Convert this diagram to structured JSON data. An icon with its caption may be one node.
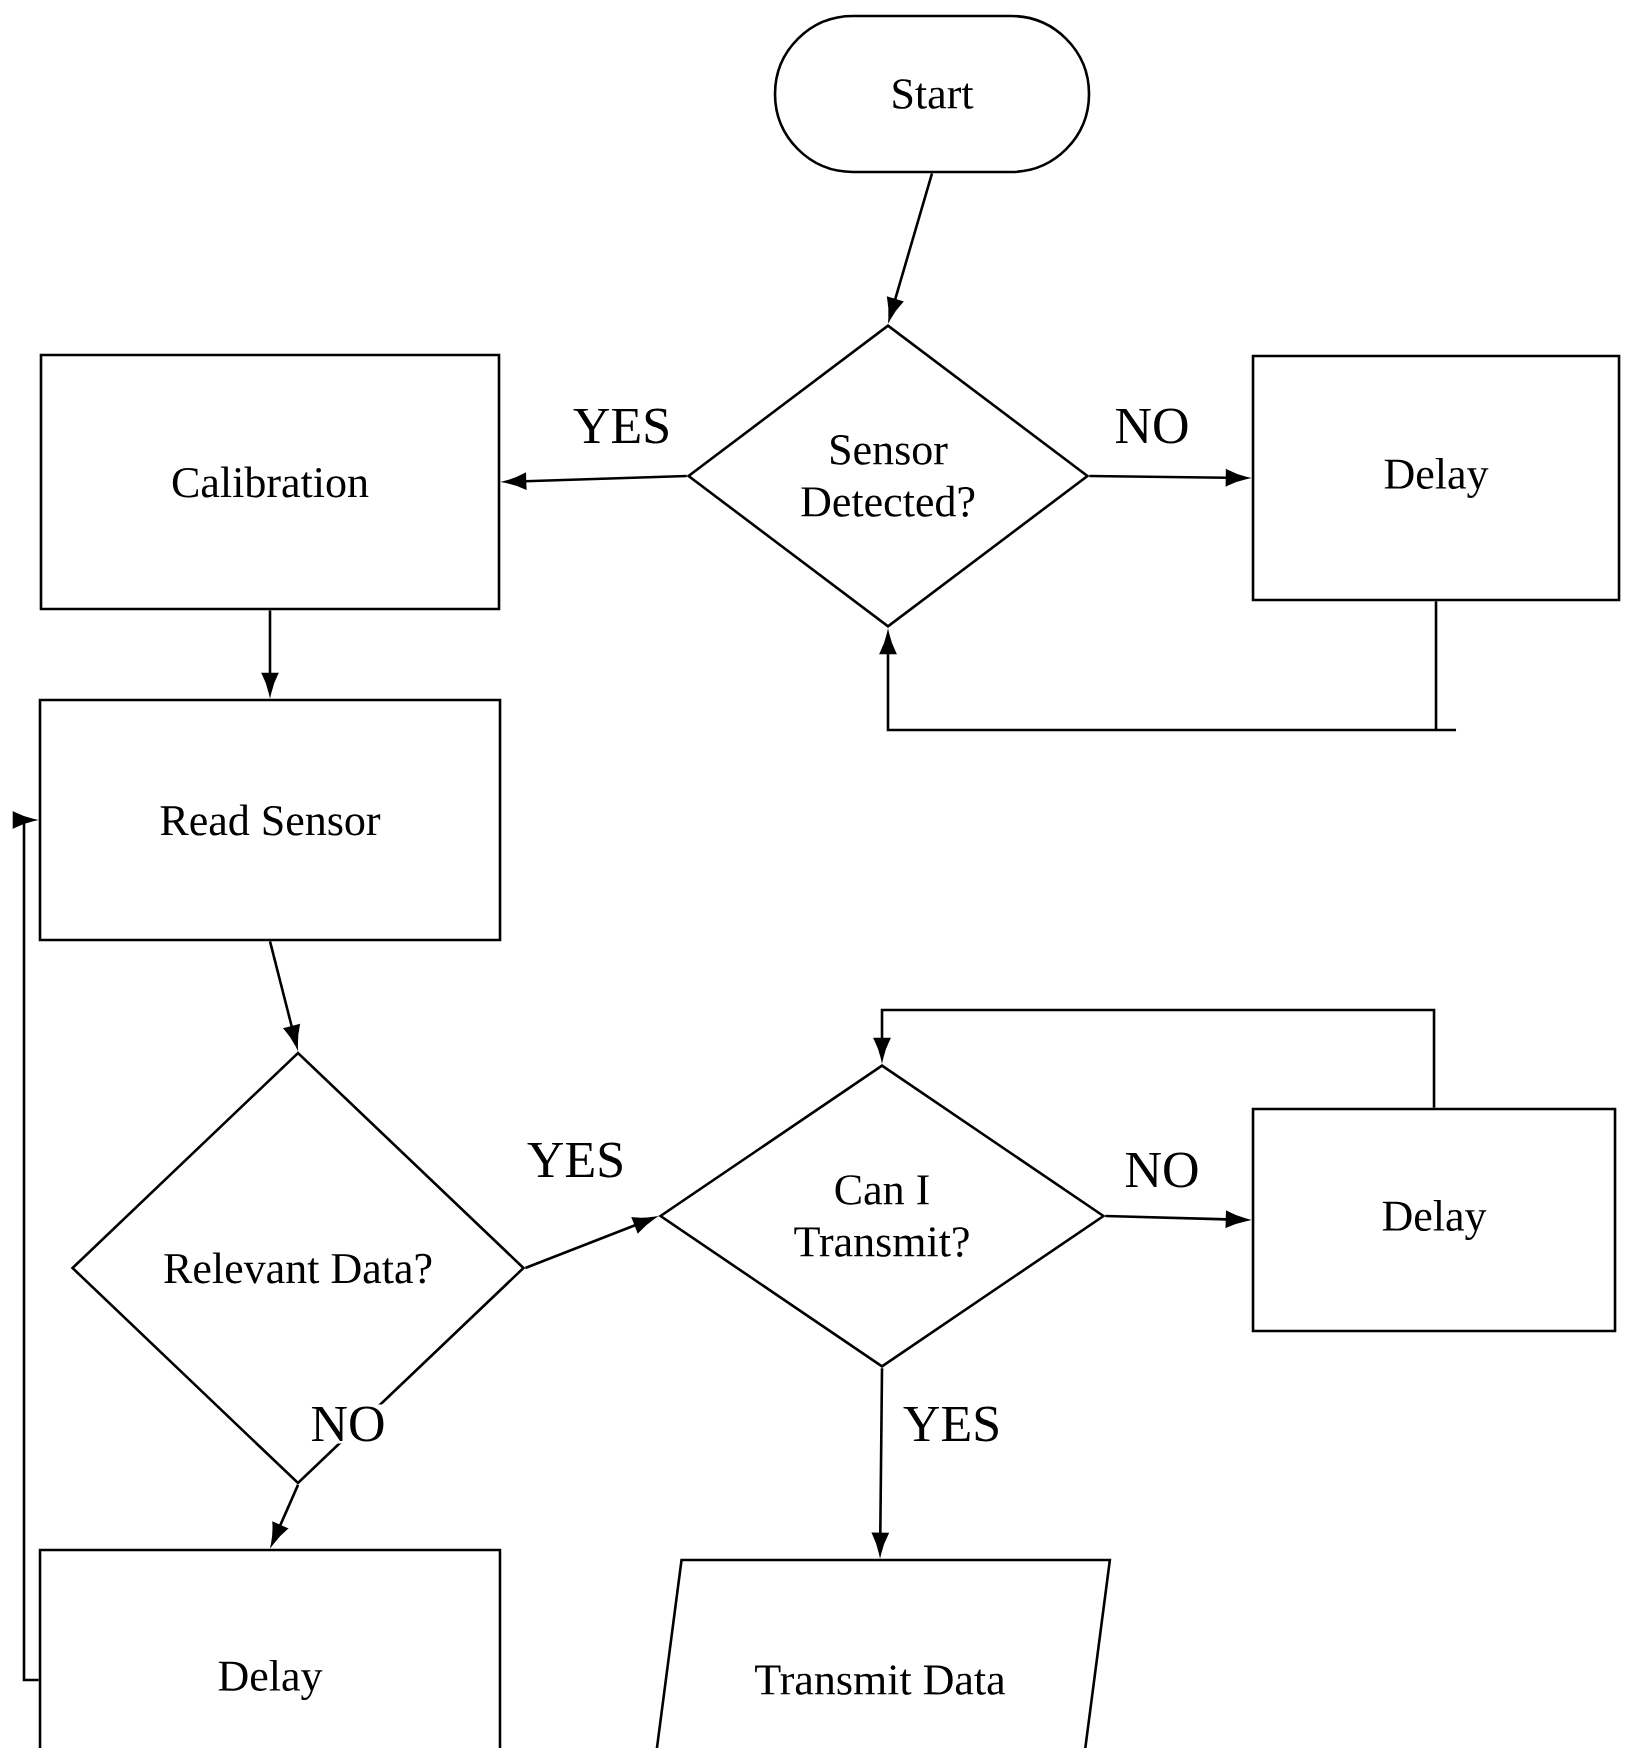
{
  "diagram": {
    "nodes": [
      {
        "text": [
          "Start"
        ]
      },
      {
        "text": [
          "Sensor Detected?"
        ]
      },
      {
        "text": [
          "Calibration"
        ]
      },
      {
        "text": [
          "Delay"
        ]
      },
      {
        "text": [
          "Read Sensor"
        ]
      },
      {
        "text": [
          "Relevant Data?"
        ]
      },
      {
        "text": [
          "Can I Transmit?"
        ]
      },
      {
        "text": [
          "Delay"
        ]
      },
      {
        "text": [
          "Delay"
        ]
      },
      {
        "text": [
          "Transmit Data"
        ]
      }
    ],
    "edges": [
      {
        "from": 0,
        "to": 1,
        "arrow": "to"
      },
      {
        "from": 1,
        "to": 2,
        "arrow": "to",
        "label": "YES"
      },
      {
        "from": 1,
        "to": 3,
        "arrow": "to",
        "label": "NO"
      },
      {
        "from": 3,
        "to": 1,
        "arrow": "to"
      },
      {
        "from": 2,
        "to": 4,
        "arrow": "to"
      },
      {
        "from": 4,
        "to": 5,
        "arrow": "to"
      },
      {
        "from": 5,
        "to": 6,
        "arrow": "to",
        "label": "YES"
      },
      {
        "from": 6,
        "to": 7,
        "arrow": "to",
        "label": "NO"
      },
      {
        "from": 7,
        "to": 6,
        "arrow": "to"
      },
      {
        "from": 6,
        "to": 9,
        "arrow": "to",
        "label": "YES"
      },
      {
        "from": 5,
        "to": 8,
        "arrow": "to",
        "label": "NO"
      },
      {
        "from": 8,
        "to": 4,
        "arrow": "to"
      }
    ]
  }
}
